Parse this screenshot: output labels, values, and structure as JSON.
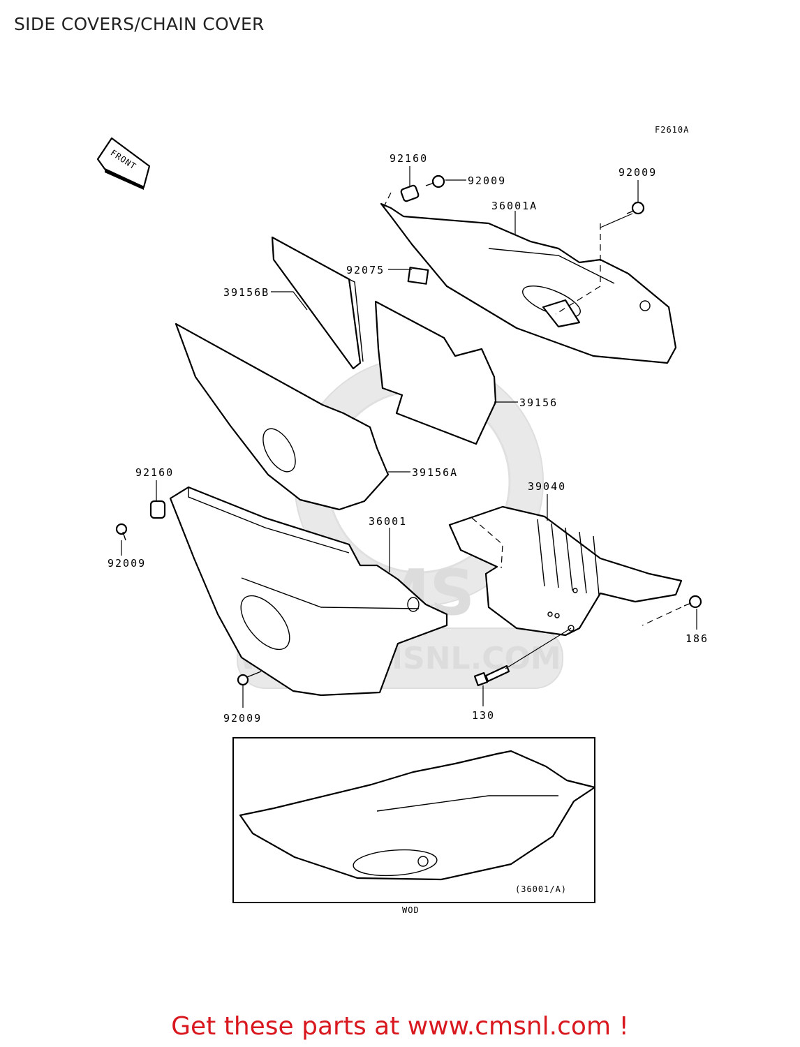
{
  "title": "SIDE COVERS/CHAIN COVER",
  "figure_code": "F2610A",
  "front_label": "FRONT",
  "watermark": {
    "brand": "CMS",
    "url": "WWW.CMSNL.COM"
  },
  "parts": {
    "p92160_top": "92160",
    "p92009_top": "92009",
    "p92009_right": "92009",
    "p36001A": "36001A",
    "p92075": "92075",
    "p39156B": "39156B",
    "p39156": "39156",
    "p39156A": "39156A",
    "p92160_left": "92160",
    "p92009_left": "92009",
    "p36001": "36001",
    "p39040": "39040",
    "p92009_bottom": "92009",
    "p130": "130",
    "p186": "186"
  },
  "inset": {
    "caption": "(36001/A)",
    "note": "WOD"
  },
  "footer": "Get these parts at www.cmsnl.com !",
  "colors": {
    "footer_text": "#d8181e",
    "line": "#000000",
    "watermark": "#e9e9e9"
  }
}
